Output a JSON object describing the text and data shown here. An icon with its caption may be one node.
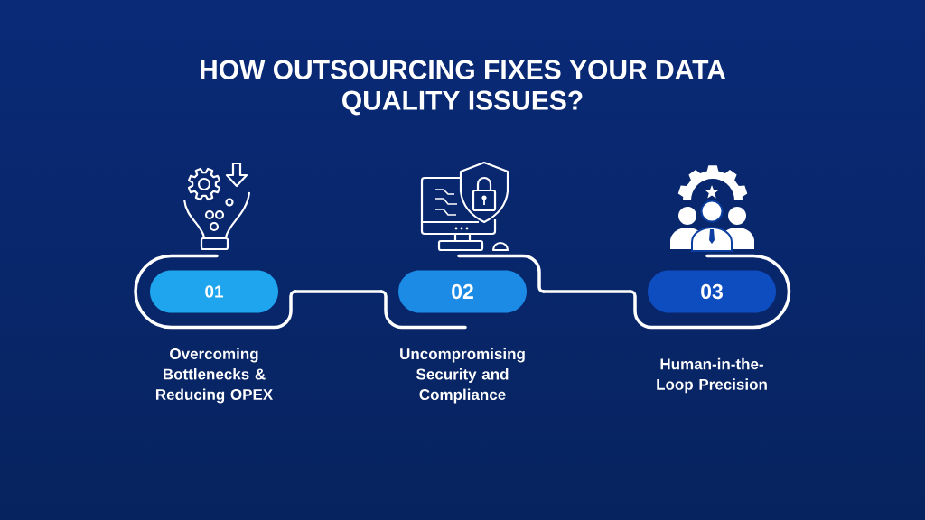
{
  "diagram": {
    "title": "HOW OUTSOURCING FIXES YOUR DATA QUALITY ISSUES?",
    "nodes": [
      {
        "text": [
          "01"
        ],
        "beside": [
          "Overcoming Bottlenecks & Reducing OPEX"
        ]
      },
      {
        "text": [
          "02"
        ],
        "beside": [
          "Uncompromising Security and Compliance"
        ]
      },
      {
        "text": [
          "03"
        ],
        "beside": [
          "Human-in-the-Loop Precision"
        ]
      }
    ],
    "edges": [
      {
        "from": 0,
        "to": 1,
        "arrow": "none"
      },
      {
        "from": 1,
        "to": 2,
        "arrow": "none"
      }
    ]
  }
}
